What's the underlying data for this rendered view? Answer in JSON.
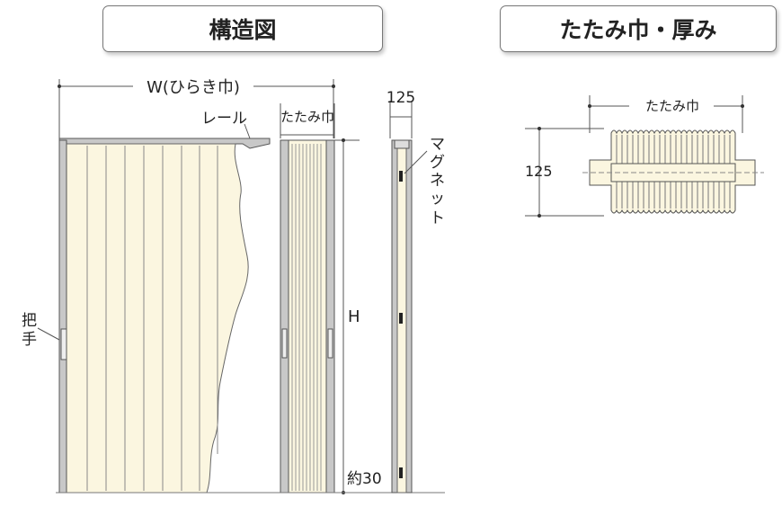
{
  "headers": {
    "structure": "構造図",
    "fold_width": "たたみ巾・厚み"
  },
  "labels": {
    "open_width": "W(ひらき巾)",
    "rail": "レール",
    "fold_width_small": "たたみ巾",
    "depth_125": "125",
    "magnet": "マグネット",
    "handle": "把手",
    "height": "H",
    "bottom_gap": "約30",
    "top_fold_width": "たたみ巾",
    "thickness_125": "125"
  },
  "colors": {
    "panel_fill": "#fbf6e0",
    "frame_fill": "#c8c8c8",
    "line": "#555555"
  }
}
